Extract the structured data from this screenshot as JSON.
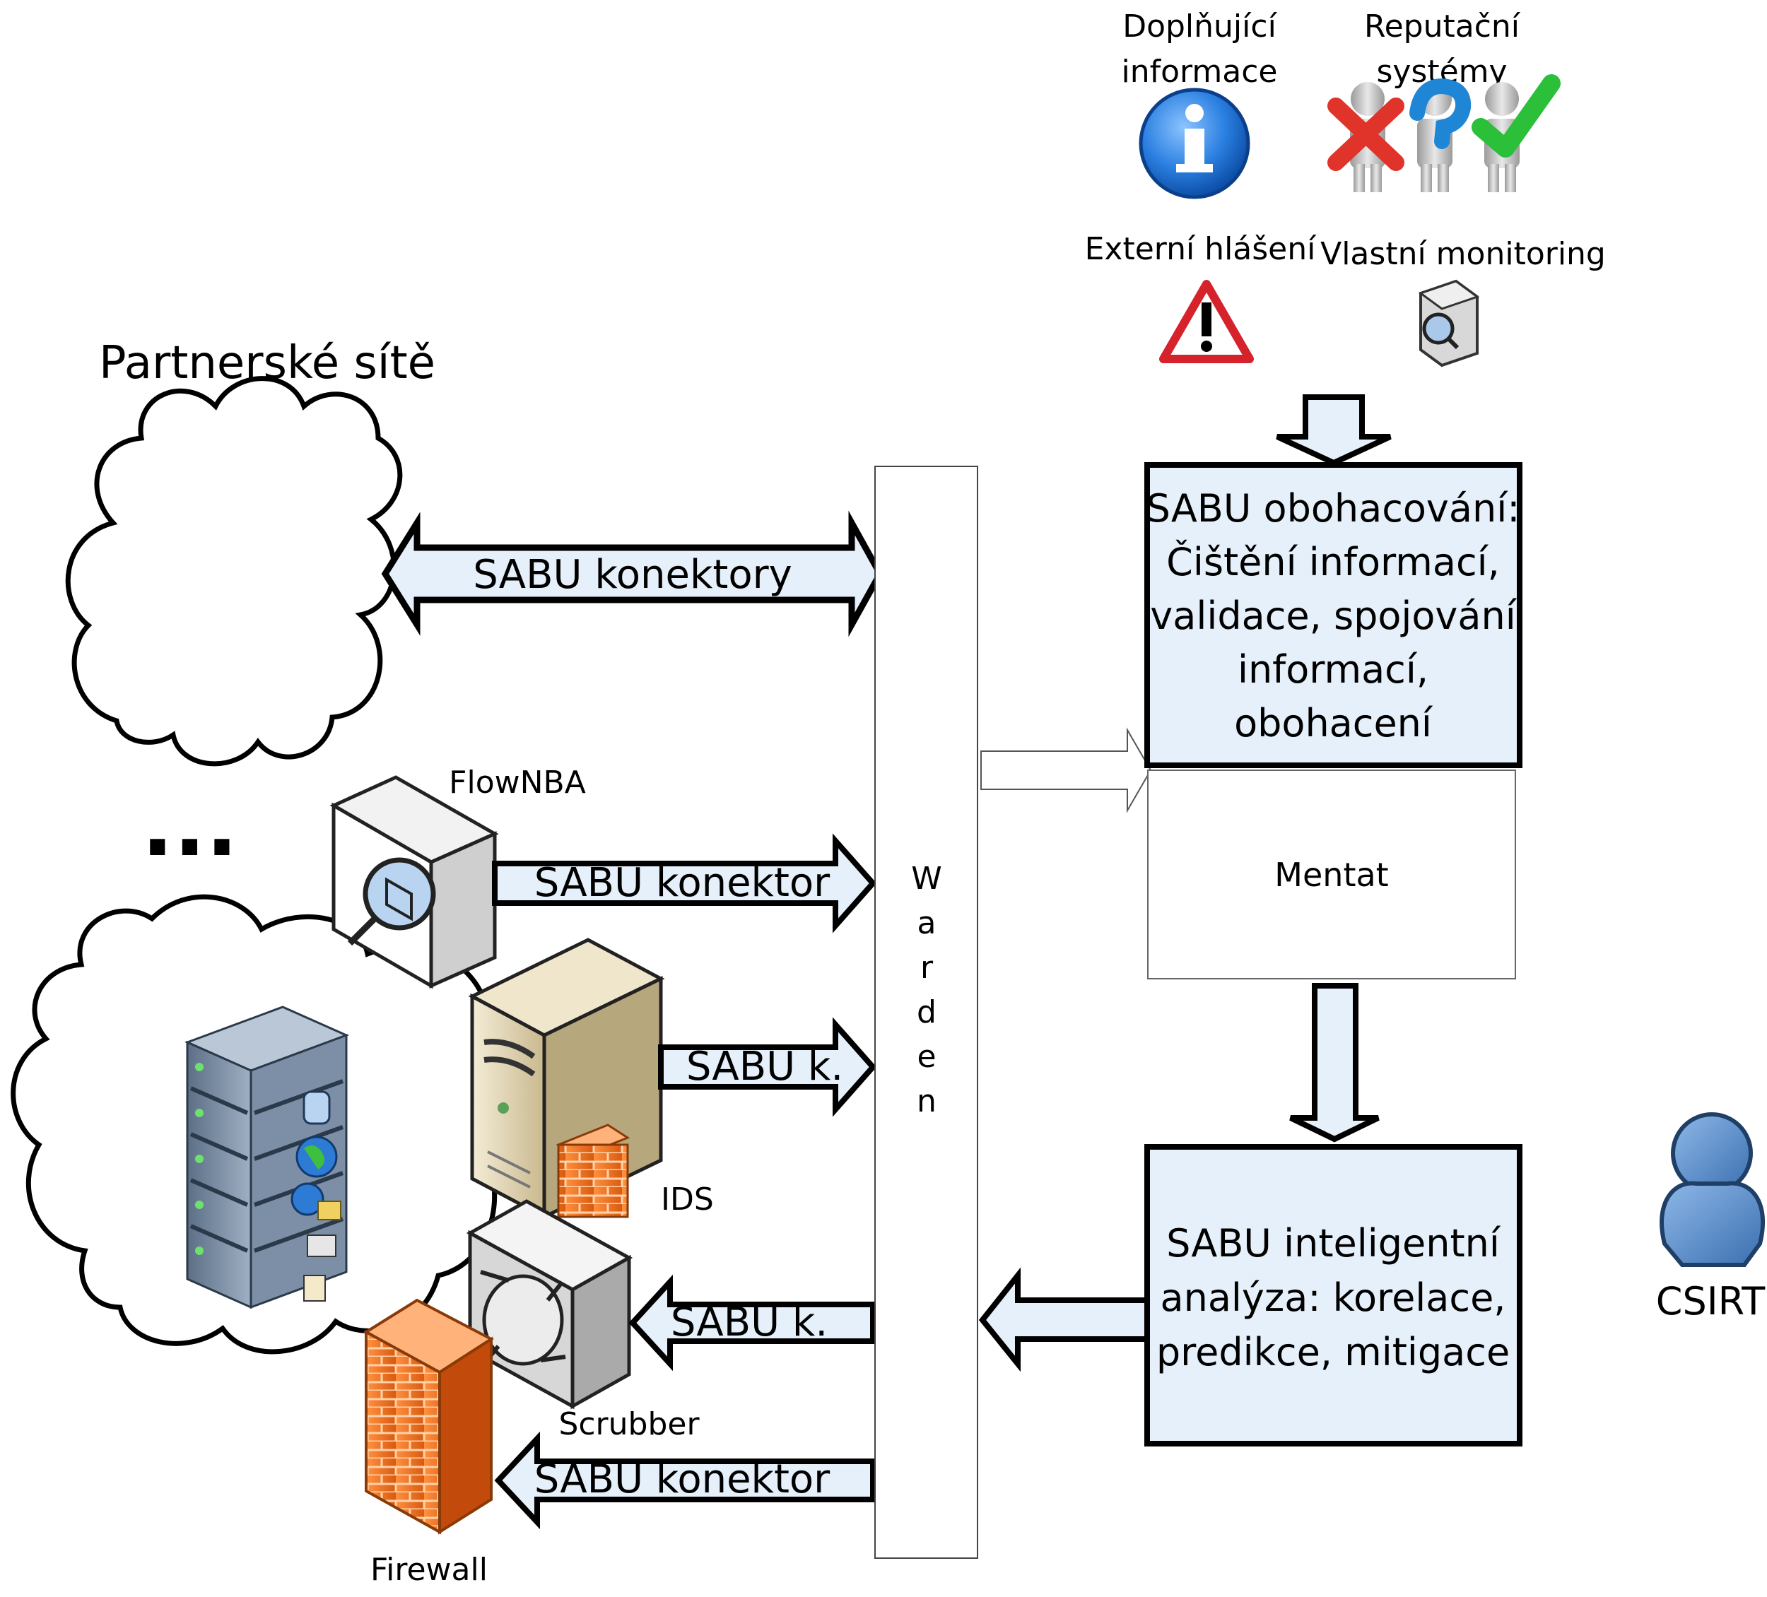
{
  "sources": {
    "extra_info": {
      "line1": "Doplňující",
      "line2": "informace"
    },
    "reputation": {
      "line1": "Reputační",
      "line2": "systémy"
    },
    "external": "Externí hlášení",
    "own_monitoring": "Vlastní monitoring"
  },
  "partner_title": "Partnerské sítě",
  "ellipsis": "...",
  "arrows": {
    "konektory": "SABU konektory",
    "flownba": "SABU konektor",
    "ids": "SABU k.",
    "scrubber": "SABU k.",
    "firewall": "SABU konektor"
  },
  "devices": {
    "flownba": "FlowNBA",
    "ids": "IDS",
    "scrubber": "Scrubber",
    "firewall": "Firewall"
  },
  "warden": [
    "W",
    "a",
    "r",
    "d",
    "e",
    "n"
  ],
  "enrich": {
    "lines": [
      "SABU obohacování:",
      "Čištění informací,",
      "validace, spojování",
      "informací,",
      "obohacení"
    ]
  },
  "mentat": "Mentat",
  "analysis": {
    "lines": [
      "SABU inteligentní",
      "analýza: korelace,",
      "predikce, mitigace"
    ]
  },
  "csirt": "CSIRT",
  "colors": {
    "box_fill": "#e6f0fa",
    "arrow_fill": "#e6f0fa",
    "stroke": "#000000"
  }
}
